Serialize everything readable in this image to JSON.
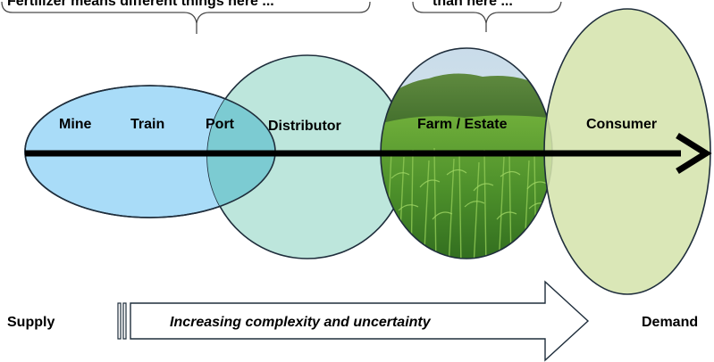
{
  "callouts": {
    "left": "Fertilizer means different things here ...",
    "right": "than here ..."
  },
  "stages": {
    "mine": "Mine",
    "train": "Train",
    "port": "Port",
    "distributor": "Distributor",
    "farm": "Farm / Estate",
    "consumer": "Consumer"
  },
  "bottom": {
    "supply": "Supply",
    "arrow_label": "Increasing complexity and uncertainty",
    "demand": "Demand"
  },
  "colors": {
    "ellipse_blue": "#a9dcf8",
    "ellipse_teal": "#bde6dc",
    "overlap_teal": "#7ccbd2",
    "ellipse_green": "#d5e4ad",
    "outline": "#1f2e3c"
  }
}
